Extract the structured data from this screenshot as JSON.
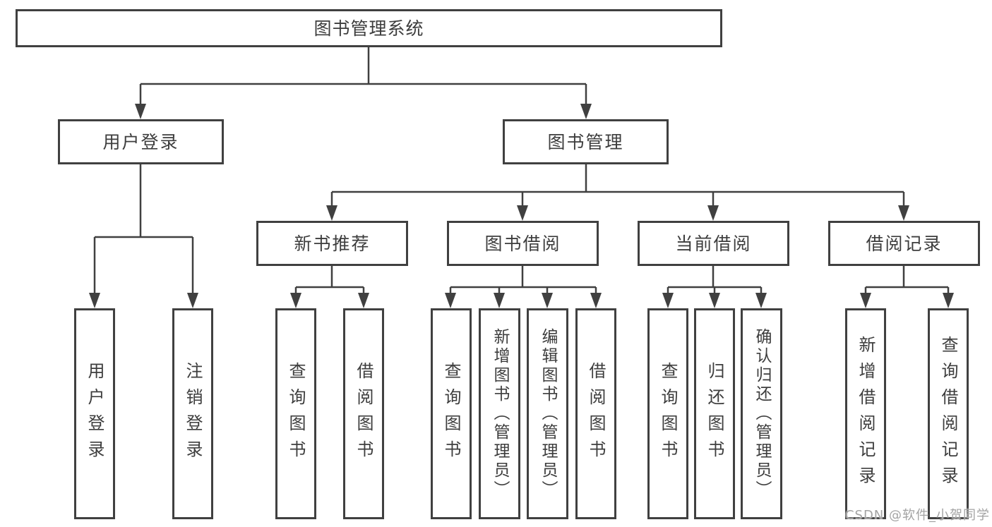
{
  "diagram": {
    "title": "图书管理系统",
    "root": {
      "label": "图书管理系统"
    },
    "branches": [
      {
        "label": "用户登录",
        "children": [
          {
            "label": "用户登录"
          },
          {
            "label": "注销登录"
          }
        ]
      },
      {
        "label": "图书管理",
        "children": [
          {
            "label": "新书推荐",
            "children": [
              {
                "label": "查询图书"
              },
              {
                "label": "借阅图书"
              }
            ]
          },
          {
            "label": "图书借阅",
            "children": [
              {
                "label": "查询图书"
              },
              {
                "label": "新增图书（管理员）"
              },
              {
                "label": "编辑图书（管理员）"
              },
              {
                "label": "借阅图书"
              }
            ]
          },
          {
            "label": "当前借阅",
            "children": [
              {
                "label": "查询图书"
              },
              {
                "label": "归还图书"
              },
              {
                "label": "确认归还（管理员）"
              }
            ]
          },
          {
            "label": "借阅记录",
            "children": [
              {
                "label": "新增借阅记录"
              },
              {
                "label": "查询借阅记录"
              }
            ]
          }
        ]
      }
    ]
  },
  "watermark": {
    "text": "CSDN @软件_小贺同学"
  },
  "colors": {
    "line": "#404040",
    "text": "#3d3d3d",
    "background": "#ffffff",
    "watermark": "#a3a3a3"
  }
}
